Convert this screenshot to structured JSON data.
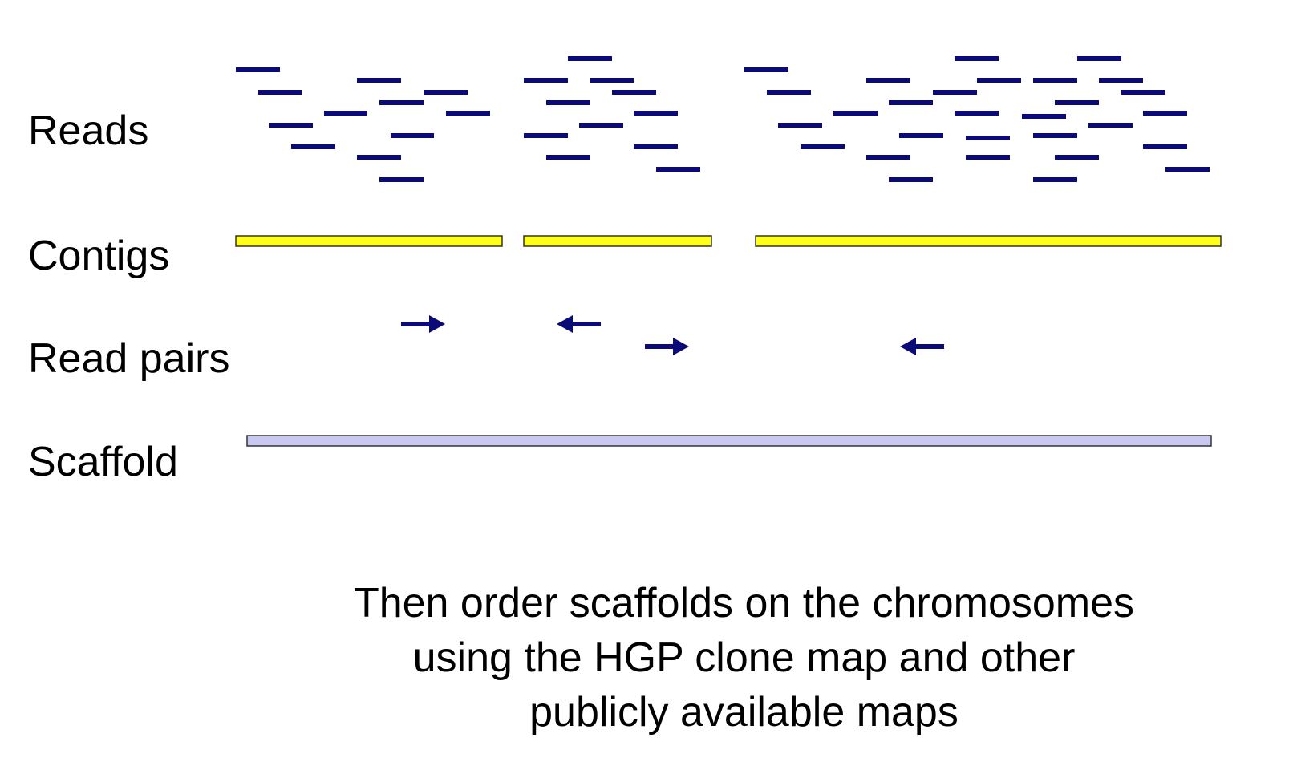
{
  "labels": {
    "reads": "Reads",
    "contigs": "Contigs",
    "read_pairs": "Read pairs",
    "scaffold": "Scaffold"
  },
  "caption": {
    "line1": "Then order scaffolds on the chromosomes",
    "line2": "using the HGP clone map and other",
    "line3": "publicly available maps"
  },
  "colors": {
    "read": "#0a0a78",
    "contig_fill": "#ffff1a",
    "contig_stroke": "#333333",
    "pair_arrow": "#0a0a78",
    "scaffold_fill": "#c8c8f0",
    "scaffold_stroke": "#333333",
    "text": "#000000"
  },
  "contig_count": 3,
  "pair_arrows": [
    {
      "direction": "right"
    },
    {
      "direction": "left"
    },
    {
      "direction": "right"
    },
    {
      "direction": "left"
    }
  ]
}
